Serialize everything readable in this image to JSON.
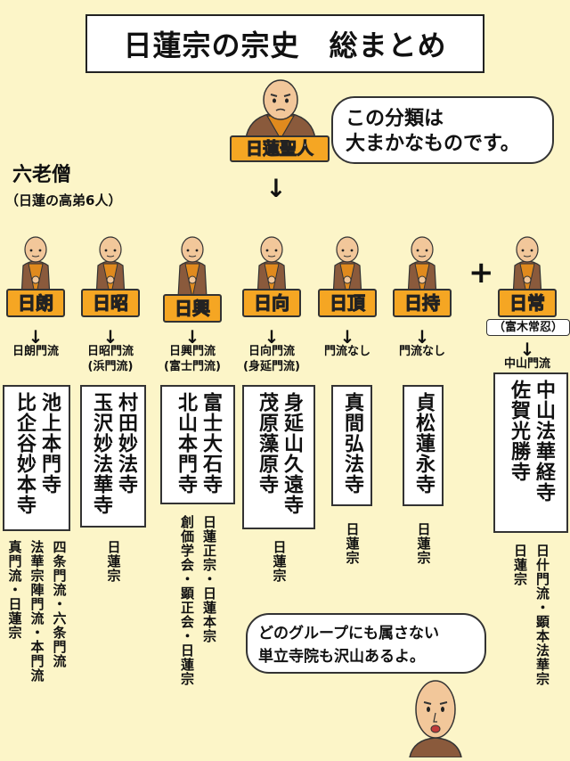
{
  "title": "日蓮宗の宗史　総まとめ",
  "speech_top": [
    "この分類は",
    "大まかなものです。"
  ],
  "nichiren_label": "日蓮聖人",
  "six_elders": {
    "title": "六老僧",
    "subtitle": "（日蓮の高弟6人）"
  },
  "plus_sign": "+",
  "disciples": [
    {
      "name": "日朗",
      "school": [
        "日朗門流"
      ],
      "temples": [
        "池上本門寺",
        "比企谷妙本寺"
      ],
      "notes": [
        "四条門流・六条門流",
        "法華宗陣門流・本門流",
        "真門流・日蓮宗"
      ]
    },
    {
      "name": "日昭",
      "school": [
        "日昭門流",
        "(浜門流)"
      ],
      "temples": [
        "村田妙法寺",
        "玉沢妙法華寺"
      ],
      "notes": [
        "日蓮宗"
      ]
    },
    {
      "name": "日興",
      "school": [
        "日興門流",
        "(富士門流)"
      ],
      "temples": [
        "富士大石寺",
        "北山本門寺"
      ],
      "notes": [
        "日蓮正宗・日蓮本宗",
        "創価学会・顕正会・日蓮宗"
      ]
    },
    {
      "name": "日向",
      "school": [
        "日向門流",
        "(身延門流)"
      ],
      "temples": [
        "身延山久遠寺",
        "茂原藻原寺"
      ],
      "notes": [
        "日蓮宗"
      ]
    },
    {
      "name": "日頂",
      "school": [
        "門流なし"
      ],
      "temples": [
        "真間弘法寺"
      ],
      "notes": [
        "日蓮宗"
      ]
    },
    {
      "name": "日持",
      "school": [
        "門流なし"
      ],
      "temples": [
        "貞松蓮永寺"
      ],
      "notes": [
        "日蓮宗"
      ]
    },
    {
      "name": "日常",
      "subname": "（富木常忍）",
      "school": [
        "中山門流"
      ],
      "temples": [
        "中山法華経寺",
        "佐賀光勝寺"
      ],
      "notes": [
        "日什門流・顕本法華宗",
        "日蓮宗"
      ]
    }
  ],
  "speech_bottom": [
    "どのグループにも属さない",
    "単立寺院も沢山あるよ。"
  ],
  "colors": {
    "background": "#fcf5c8",
    "label": "#f5a623",
    "robe": "#8a5a3c",
    "kesa": "#e08a1e",
    "skin": "#f2c79a"
  }
}
